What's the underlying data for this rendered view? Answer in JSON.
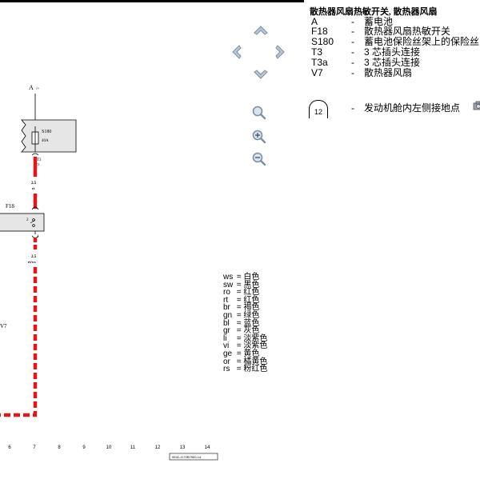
{
  "diagram": {
    "battery_label": "A",
    "battery_terminal": "/+",
    "fuse_label": "S180",
    "fuse_rating": "40A",
    "connector_top_label": "T3",
    "connector_top_pin": "/3",
    "wire_top_size": "2.5",
    "wire_top_color": "rt",
    "switch_label": "F18",
    "switch_pin_left": "2",
    "switch_pin_bottom": "1",
    "wire_bottom_size": "2.5",
    "wire_bottom_color": "rt/ws",
    "fan_label": "V7",
    "grid_numbers": [
      "6",
      "7",
      "8",
      "9",
      "10",
      "11",
      "12",
      "13",
      "14"
    ],
    "ref_code": "9532-J172B7900-14"
  },
  "legend": {
    "title": "散热器风扇热敏开关, 散热器风扇",
    "items": [
      {
        "code": "A",
        "desc": "蓄电池"
      },
      {
        "code": "F18",
        "desc": "散热器风扇热敏开关"
      },
      {
        "code": "S180",
        "desc": "蓄电池保险丝架上的保险丝"
      },
      {
        "code": "T3",
        "desc": "3 芯插头连接"
      },
      {
        "code": "T3a",
        "desc": "3 芯插头连接"
      },
      {
        "code": "V7",
        "desc": "散热器风扇"
      }
    ],
    "ground_number": "12",
    "ground_desc": "发动机舱内左侧接地点"
  },
  "color_codes": [
    {
      "abbr": "ws",
      "name": "白色"
    },
    {
      "abbr": "sw",
      "name": "黑色"
    },
    {
      "abbr": "ro",
      "name": "红色"
    },
    {
      "abbr": "rt",
      "name": "红色"
    },
    {
      "abbr": "br",
      "name": "褐色"
    },
    {
      "abbr": "gn",
      "name": "绿色"
    },
    {
      "abbr": "bl",
      "name": "蓝色"
    },
    {
      "abbr": "gr",
      "name": "灰色"
    },
    {
      "abbr": "li",
      "name": "淡紫色"
    },
    {
      "abbr": "vi",
      "name": "淡紫色"
    },
    {
      "abbr": "ge",
      "name": "黄色"
    },
    {
      "abbr": "or",
      "name": "橘黄色"
    },
    {
      "abbr": "rs",
      "name": "粉红色"
    }
  ],
  "colors": {
    "wire_red": "#e3161b",
    "box_fill": "#e6e6e6",
    "icon_fill": "#b9c7d4",
    "icon_stroke": "#7d8fa3"
  }
}
